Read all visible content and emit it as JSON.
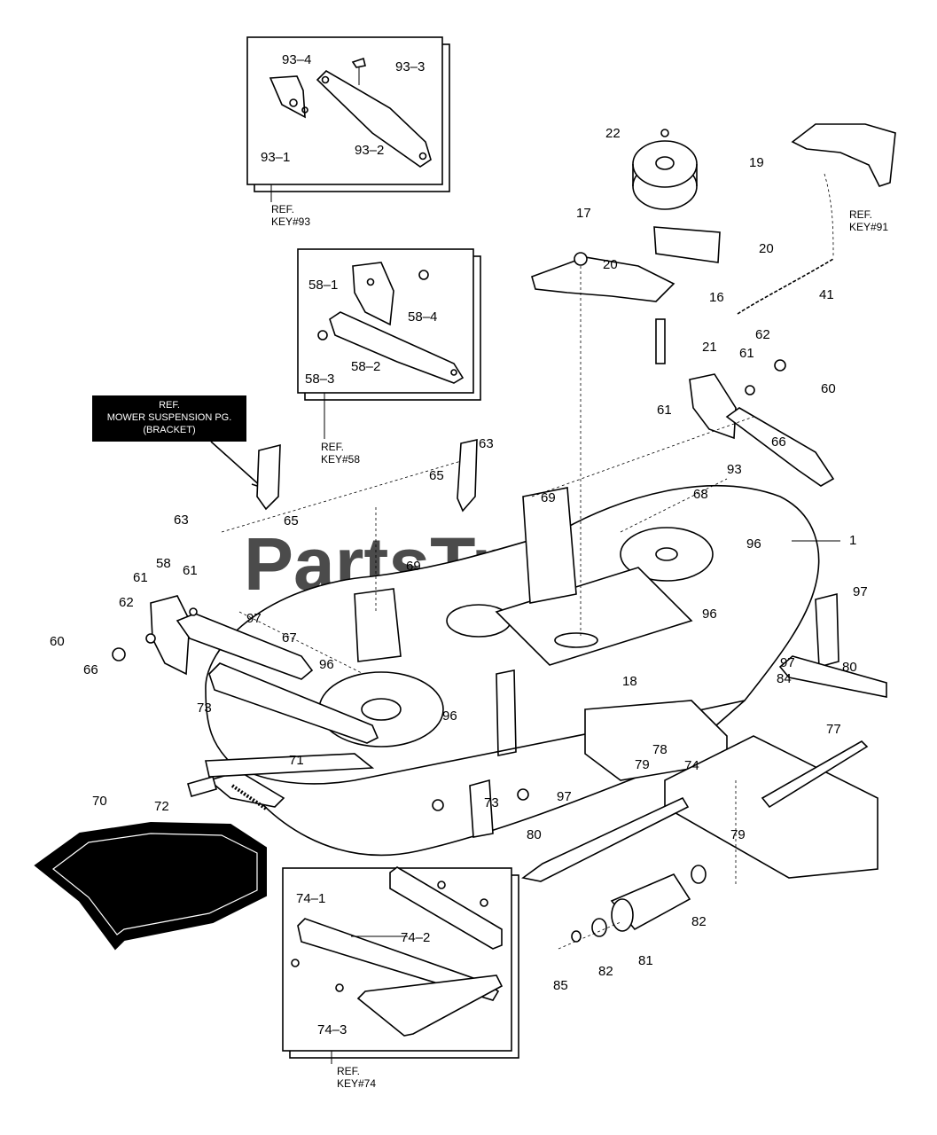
{
  "watermark": "PartsTree",
  "watermark_mark": "™",
  "callout_box": {
    "line1": "REF.",
    "line2": "MOWER SUSPENSION PG.",
    "line3": "(BRACKET)"
  },
  "references": {
    "key93": [
      "REF.",
      "KEY#93"
    ],
    "key58": [
      "REF.",
      "KEY#58"
    ],
    "key91": [
      "REF.",
      "KEY#91"
    ],
    "key74": [
      "REF.",
      "KEY#74"
    ]
  },
  "inset93_labels": [
    "93–4",
    "93–3",
    "93–1",
    "93–2"
  ],
  "inset58_labels": [
    "58–1",
    "58–4",
    "58–3",
    "58–2"
  ],
  "inset74_labels": [
    "74–1",
    "74–2",
    "74–3"
  ],
  "part_labels": [
    "22",
    "19",
    "17",
    "20",
    "20",
    "16",
    "41",
    "21",
    "62",
    "61",
    "60",
    "61",
    "66",
    "93",
    "63",
    "65",
    "68",
    "69",
    "96",
    "1",
    "63",
    "65",
    "58",
    "61",
    "61",
    "62",
    "60",
    "66",
    "97",
    "67",
    "69",
    "96",
    "97",
    "96",
    "97",
    "80",
    "73",
    "96",
    "18",
    "84",
    "77",
    "78",
    "79",
    "74",
    "71",
    "70",
    "72",
    "73",
    "97",
    "80",
    "79",
    "82",
    "82",
    "81",
    "85"
  ]
}
